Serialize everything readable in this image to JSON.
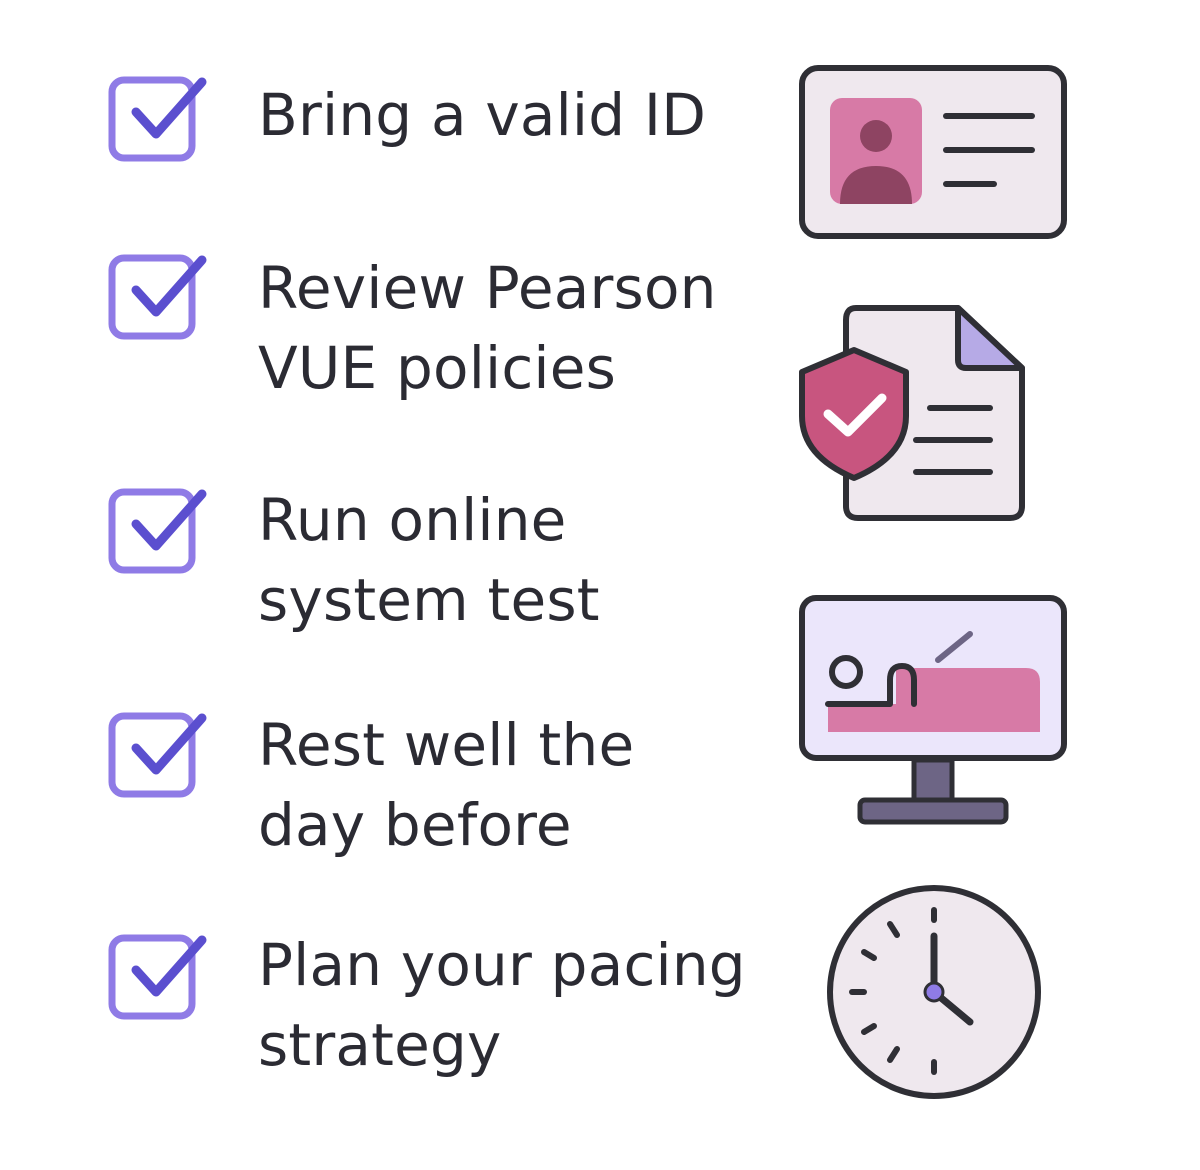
{
  "items": [
    {
      "line1": "Bring a valid ID",
      "line2": "",
      "icon": "id-card-icon"
    },
    {
      "line1": "Review Pearson",
      "line2": "VUE policies",
      "icon": "policy-document-icon"
    },
    {
      "line1": "Run online",
      "line2": "system test",
      "icon": "monitor-icon"
    },
    {
      "line1": "Rest well the",
      "line2": "day before",
      "icon": "clock-icon"
    },
    {
      "line1": "Plan your pacing",
      "line2": "strategy",
      "icon": "clock-icon"
    }
  ],
  "colors": {
    "checkbox_border": "#8f7be6",
    "checkmark": "#5b4fcf",
    "outline": "#2f2f35",
    "panel_fill": "#efe8ee",
    "pink": "#d77aa6",
    "dark_pink": "#8e4462",
    "shield": "#c8557f",
    "lavender": "#ebe6fb",
    "stand": "#6d6585",
    "fold": "#b6aae6"
  }
}
